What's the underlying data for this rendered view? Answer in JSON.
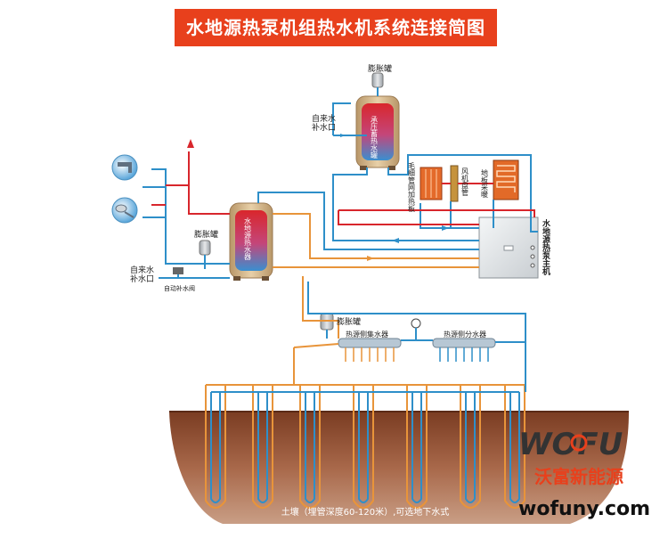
{
  "title": "水地源热泵机组热水机系统连接简图",
  "labels": {
    "expansion_tank_top": "膨胀罐",
    "tap_water_top": "自来水",
    "makeup_top": "补水口",
    "tank_top_text": "承压蓄热水罐",
    "radiator": "毛细管网加热板",
    "fan_coil": "风机盘管",
    "floor_heating": "地板采暖",
    "heat_pump_unit": "水地源热泵主机",
    "main_tank_text": "水地源热水器",
    "expansion_tank_mid": "膨胀罐",
    "tap_water_left": "自来水",
    "makeup_left": "补水口",
    "auto_valve": "自动补水阀",
    "expansion_tank_bottom": "膨胀罐",
    "collector": "热源侧集水器",
    "distributor": "热源侧分水器",
    "ground_caption": "土壤（埋管深度60-120米）,可选地下水式"
  },
  "brand": {
    "logo_text": "WOFU",
    "name_cn": "沃富新能源",
    "url": "wofuny.com"
  },
  "colors": {
    "hot_pipe": "#d8262c",
    "cold_pipe": "#2e8fc9",
    "ground_pipe": "#e8943a",
    "title_bg": "#e8401c",
    "soil": "#9a5a3c",
    "tank": "#d8b98f"
  }
}
